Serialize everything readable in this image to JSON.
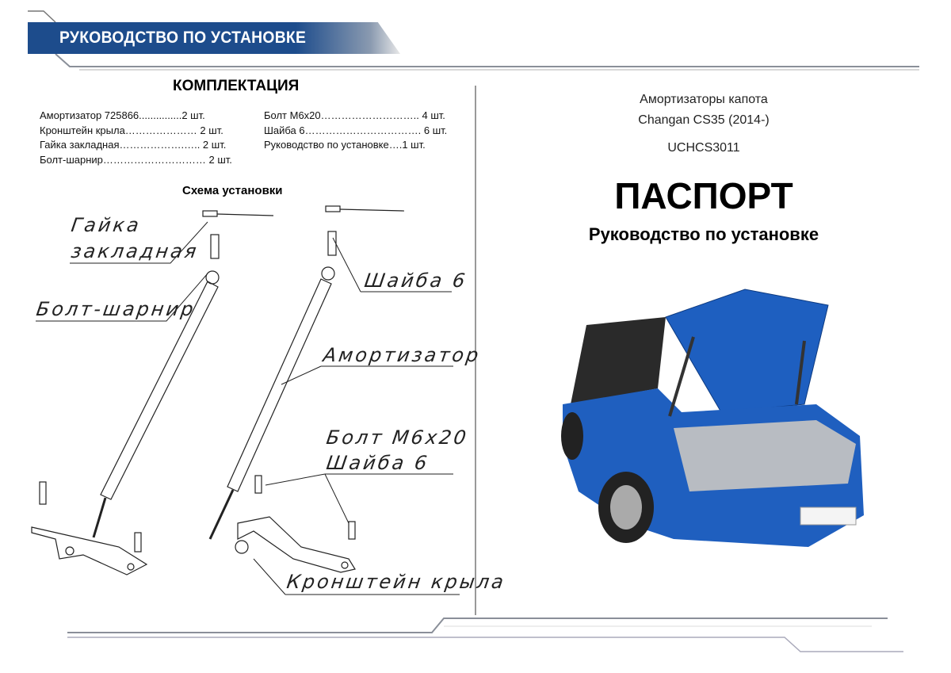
{
  "header": {
    "banner": "РУКОВОДСТВО ПО УСТАНОВКЕ"
  },
  "kit": {
    "title": "КОМПЛЕКТАЦИЯ",
    "left": [
      "Амортизатор 725866...............2 шт.",
      "Кронштейн крыла………………… 2 шт.",
      "Гайка закладная……………….….. 2 шт.",
      "Болт-шарнир………………………… 2 шт."
    ],
    "right": [
      "Болт М6х20……………………….. 4 шт.",
      "Шайба 6……………………………. 6 шт.",
      "Руководство по установке….1 шт."
    ]
  },
  "scheme": {
    "title": "Схема установки",
    "labels": {
      "nut1": "Гайка",
      "nut2": "закладная",
      "hinge": "Болт-шарнир",
      "washer_top": "Шайба 6",
      "strut": "Амортизатор",
      "bolt": "Болт М6х20",
      "washer": "Шайба 6",
      "bracket": "Кронштейн крыла"
    }
  },
  "product": {
    "line1": "Амортизаторы капота",
    "line2": "Changan CS35 (2014-)",
    "code": "UCHCS3011",
    "title": "ПАСПОРТ",
    "subtitle": "Руководство по установке"
  },
  "colors": {
    "brand": "#1d4c8c",
    "car": "#1f5fbf"
  }
}
